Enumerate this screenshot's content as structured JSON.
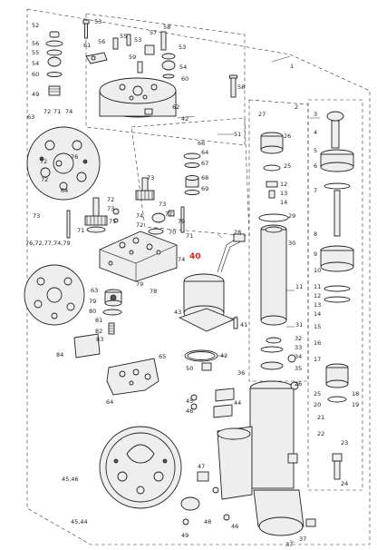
{
  "diagram": {
    "highlight_label": "40",
    "labels": {
      "l1": "1",
      "l2": "2",
      "l3": "3",
      "l4": "4",
      "l5": "5",
      "l6": "6",
      "l7": "7",
      "l8": "8",
      "l9": "9",
      "l10": "10",
      "l11": "11",
      "l12": "12",
      "l13": "13",
      "l14": "14",
      "l15": "15",
      "l16": "16",
      "l17": "17",
      "l18": "18",
      "l19": "19",
      "l20": "20",
      "l21": "21",
      "l22": "22",
      "l23": "23",
      "l24": "24",
      "l25": "25",
      "l26": "26",
      "l27": "27",
      "l28": "28",
      "l29": "29",
      "l30": "30",
      "l31": "31",
      "l32": "32",
      "l33": "33",
      "l34": "34",
      "l35": "35",
      "l36": "36",
      "l37": "37",
      "l41": "41",
      "l42": "42",
      "l43": "43",
      "l44": "44",
      "l45": "45",
      "l46": "46",
      "l47": "47",
      "l48": "48",
      "l49": "49",
      "l50": "50",
      "l51": "51",
      "l52": "52",
      "l53": "53",
      "l54": "54",
      "l55": "55",
      "l56": "56",
      "l57": "57",
      "l58": "58",
      "l59": "59",
      "l60": "60",
      "l61": "61",
      "l62": "62",
      "l63": "63",
      "l64": "64",
      "l65": "65",
      "l66": "66",
      "l67": "67",
      "l68": "68",
      "l69": "69",
      "l70": "70",
      "l71": "71",
      "l72": "72",
      "l73": "73",
      "l74": "74",
      "l75": "75",
      "l76": "76",
      "l77": "77",
      "l78": "78",
      "l79": "79",
      "l80": "80",
      "l81": "81",
      "l82": "82",
      "l83": "83",
      "l84": "84",
      "l_76_72": "76,72,77,74,79",
      "l_45_46": "45,46",
      "l_45_44": "45,44"
    }
  }
}
